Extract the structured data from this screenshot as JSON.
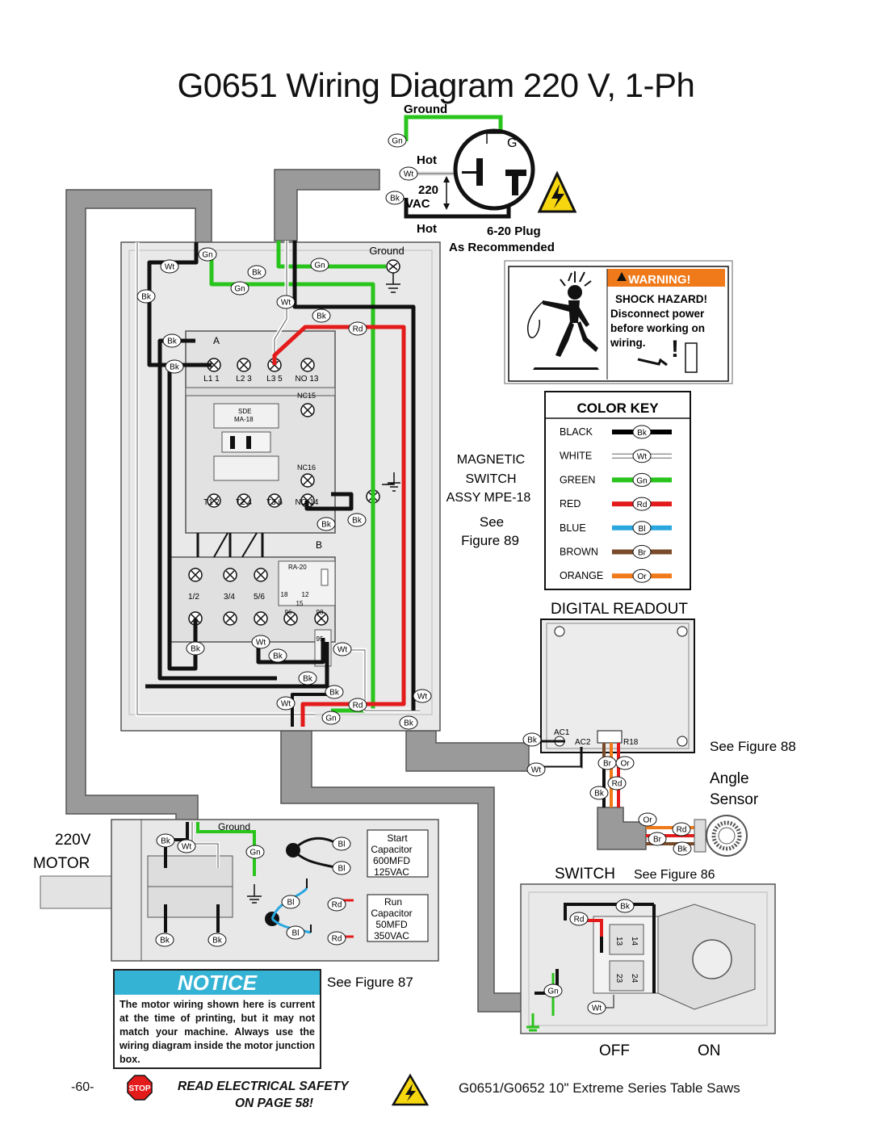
{
  "title": "G0651 Wiring Diagram 220  V, 1-Ph",
  "plug": {
    "ground_top": "Ground",
    "hot_top": "Hot",
    "voltage_num": "220",
    "voltage_unit": "VAC",
    "hot_bottom": "Hot",
    "plug_type": "6-20 Plug",
    "recommended": "As Recommended",
    "ground_pin": "G"
  },
  "warning": {
    "header": "WARNING!",
    "line1": "SHOCK HAZARD!",
    "line2": "Disconnect power",
    "line3": "before working on",
    "line4": "wiring."
  },
  "color_key": {
    "title": "COLOR KEY",
    "entries": [
      {
        "name": "BLACK",
        "code": "Bk",
        "color": "#000000"
      },
      {
        "name": "WHITE",
        "code": "Wt",
        "color": "#ffffff"
      },
      {
        "name": "GREEN",
        "code": "Gn",
        "color": "#29c41c"
      },
      {
        "name": "RED",
        "code": "Rd",
        "color": "#e41b1b"
      },
      {
        "name": "BLUE",
        "code": "Bl",
        "color": "#2aa7df"
      },
      {
        "name": "BROWN",
        "code": "Br",
        "color": "#7a4b2a"
      },
      {
        "name": "ORANGE",
        "code": "Or",
        "color": "#f07a1a"
      }
    ]
  },
  "switch_box": {
    "ground": "Ground",
    "label1": "MAGNETIC",
    "label2": "SWITCH",
    "label3": "ASSY MPE-18",
    "see": "See",
    "figure": "Figure  89",
    "terminals_top": [
      "L1 1",
      "L2 3",
      "L3 5",
      "NO 13"
    ],
    "terminals_bottom": [
      "T1 2",
      "T2 4",
      "T3 6",
      "NO 14"
    ],
    "nc15": "NC15",
    "nc16": "NC16",
    "sde": "SDE",
    "ma18": "MA-18",
    "a": "A",
    "b": "B",
    "ra20": "RA-20",
    "relay_terms": [
      "1/2",
      "3/4",
      "5/6"
    ],
    "relay_nums": [
      "18",
      "12",
      "15",
      "96",
      "98",
      "95"
    ]
  },
  "digital_readout": {
    "title": "DIGITAL READOUT",
    "ac1": "AC1",
    "ac2": "AC2",
    "r18": "R18",
    "see_fig": "See Figure  88"
  },
  "angle_sensor": {
    "line1": "Angle",
    "line2": "Sensor"
  },
  "motor": {
    "label1": "220V",
    "label2": "MOTOR",
    "ground": "Ground",
    "start_cap": [
      "Start",
      "Capacitor",
      "600MFD",
      "125VAC"
    ],
    "run_cap": [
      "Run",
      "Capacitor",
      "50MFD",
      "350VAC"
    ],
    "see_fig": "See Figure  87"
  },
  "switch": {
    "label": "SWITCH",
    "see_fig": "See Figure  86",
    "nums": [
      "13",
      "14",
      "23",
      "24"
    ],
    "off": "OFF",
    "on": "ON"
  },
  "notice": {
    "header": "NOTICE",
    "body": "The motor wiring shown here is current at the time of printing, but it may not match your machine. Always use the wiring diagram inside the motor junction box."
  },
  "footer": {
    "page": "-60-",
    "stop": "STOP",
    "safety1": "READ ELECTRICAL SAFETY",
    "safety2": "ON PAGE 58!",
    "model": "G0651/G0652 10\" Extreme Series Table Saws"
  }
}
